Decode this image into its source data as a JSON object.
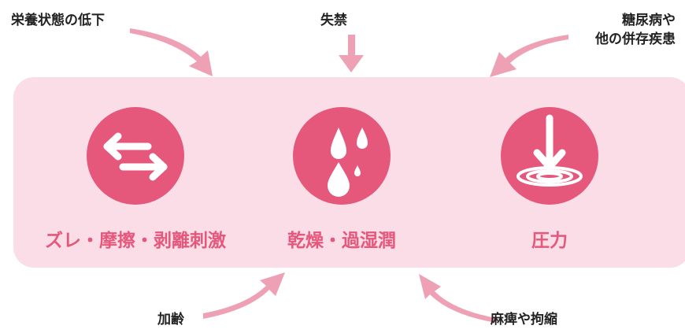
{
  "factors": {
    "top_left": "栄養状態の低下",
    "top_center": "失禁",
    "top_right_line1": "糖尿病や",
    "top_right_line2": "他の併存疾患",
    "bottom_left": "加齢",
    "bottom_right": "麻痺や拘縮"
  },
  "causes": [
    {
      "label": "ズレ・摩擦・剥離刺激",
      "icon": "bidirectional-arrow-icon"
    },
    {
      "label": "乾燥・過湿潤",
      "icon": "water-drops-icon"
    },
    {
      "label": "圧力",
      "icon": "pressure-down-arrow-icon"
    }
  ],
  "colors": {
    "accent": "#e5577b",
    "panel": "#fbdde8",
    "arrow": "#eea0b4",
    "text": "#222222"
  }
}
